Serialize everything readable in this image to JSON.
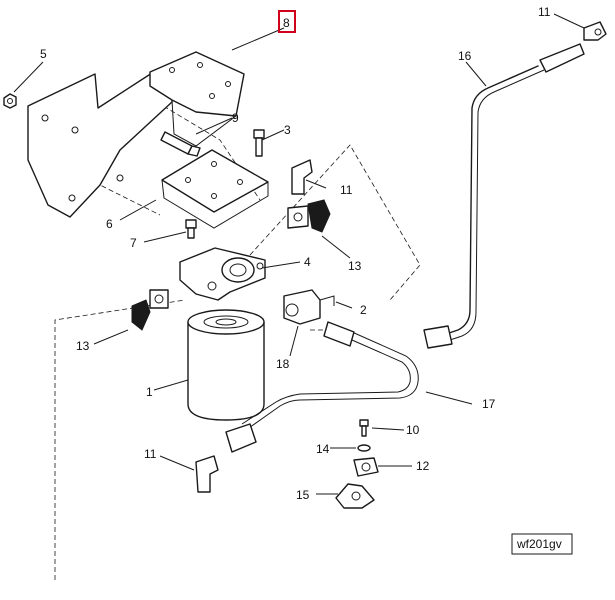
{
  "callouts": {
    "c1": "1",
    "c2": "2",
    "c3": "3",
    "c4": "4",
    "c5": "5",
    "c6": "6",
    "c7": "7",
    "c8": "8",
    "c9": "9",
    "c10": "10",
    "c11a": "11",
    "c11b": "11",
    "c11c": "11",
    "c12": "12",
    "c13a": "13",
    "c13b": "13",
    "c14": "14",
    "c15": "15",
    "c16": "16",
    "c17": "17",
    "c18": "18"
  },
  "reference_code": "wf201gv",
  "colors": {
    "line": "#1a1a1a",
    "highlight": "#d0021b",
    "background": "#ffffff"
  }
}
